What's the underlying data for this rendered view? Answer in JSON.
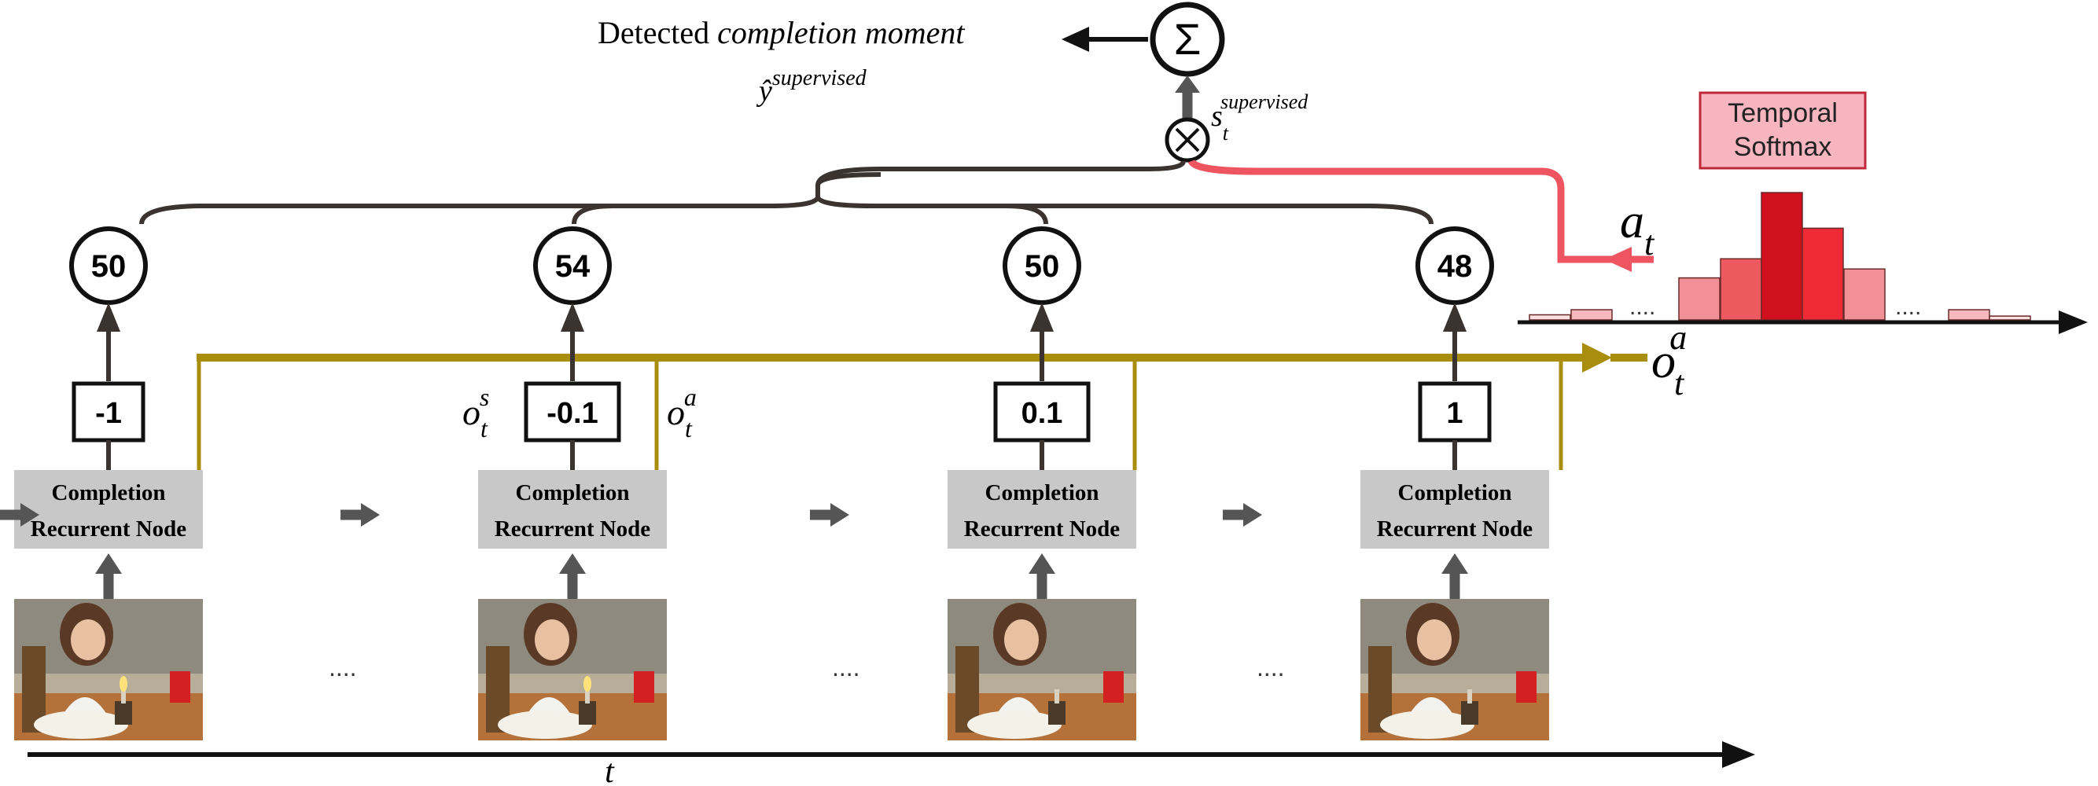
{
  "header": {
    "detected_prefix": "Detected ",
    "detected_emph": "completion moment",
    "y_hat_base": "ŷ",
    "y_hat_sup": "supervised",
    "s_base": "s",
    "s_sub": "t",
    "s_sup": "supervised",
    "sum_symbol": "Σ",
    "mult_symbol": "⊗"
  },
  "softmax": {
    "label_line1": "Temporal",
    "label_line2": "Softmax",
    "a_base": "a",
    "a_sub": "t",
    "dots": "....",
    "bars": [
      {
        "value": 0.04,
        "color": "#fbe0e0"
      },
      {
        "value": 0.08,
        "color": "#f6b9bd"
      },
      {
        "value": 0.33,
        "color": "#f19197"
      },
      {
        "value": 0.48,
        "color": "#ec5a60"
      },
      {
        "value": 1.0,
        "color": "#d0101c"
      },
      {
        "value": 0.72,
        "color": "#ee2a36"
      },
      {
        "value": 0.4,
        "color": "#f19197"
      },
      {
        "value": 0.08,
        "color": "#f6b9bd"
      },
      {
        "value": 0.03,
        "color": "#fbe0e0"
      }
    ]
  },
  "o_a_label": {
    "base": "o",
    "sub": "t",
    "sup": "a"
  },
  "nodes": [
    {
      "score": "50",
      "output": "-1",
      "line1": "Completion",
      "line2": "Recurrent Node"
    },
    {
      "score": "54",
      "output": "-0.1",
      "line1": "Completion",
      "line2": "Recurrent Node"
    },
    {
      "score": "50",
      "output": "0.1",
      "line1": "Completion",
      "line2": "Recurrent Node"
    },
    {
      "score": "48",
      "output": "1",
      "line1": "Completion",
      "line2": "Recurrent Node"
    }
  ],
  "node_labels": {
    "os": {
      "base": "o",
      "sub": "t",
      "sup": "s"
    },
    "oa": {
      "base": "o",
      "sub": "t",
      "sup": "a"
    }
  },
  "ellipsis": "....",
  "time_axis_label": "t",
  "colors": {
    "dark": "#3a3330",
    "gray_arrow": "#555555",
    "olive": "#a98d0c",
    "red_line": "#ef5560",
    "node_fill": "#c8c8c8",
    "softmax_box": "#f7b6bf",
    "softmax_border": "#c0283a"
  }
}
